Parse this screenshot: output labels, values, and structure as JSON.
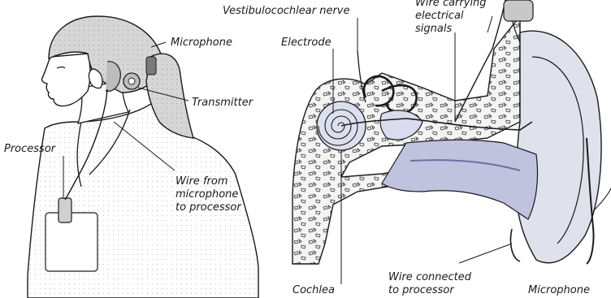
{
  "labels": {
    "vestibulocochlear_nerve": "Vestibulocochlear nerve",
    "wire_carrying_line1": "Wire carrying",
    "wire_carrying_line2": "electrical",
    "wire_carrying_line3": "signals",
    "electrode": "Electrode",
    "microphone_person": "Microphone",
    "transmitter": "Transmitter",
    "processor": "Processor",
    "wire_from_line1": "Wire from",
    "wire_from_line2": "microphone",
    "wire_from_line3": "to processor",
    "wire_connected_line1": "Wire connected",
    "wire_connected_line2": "to processor",
    "cochlea": "Cochlea",
    "microphone_ear": "Microphone"
  },
  "colors": {
    "outline": "#1a1a1a",
    "skin": "#ffffff",
    "hair": "#d4d4d4",
    "bone_fill": "#f2f2f2",
    "tissue_blue": "#c9cde3",
    "canal_blue": "#9aa1c8",
    "device": "#c8c8c8"
  }
}
